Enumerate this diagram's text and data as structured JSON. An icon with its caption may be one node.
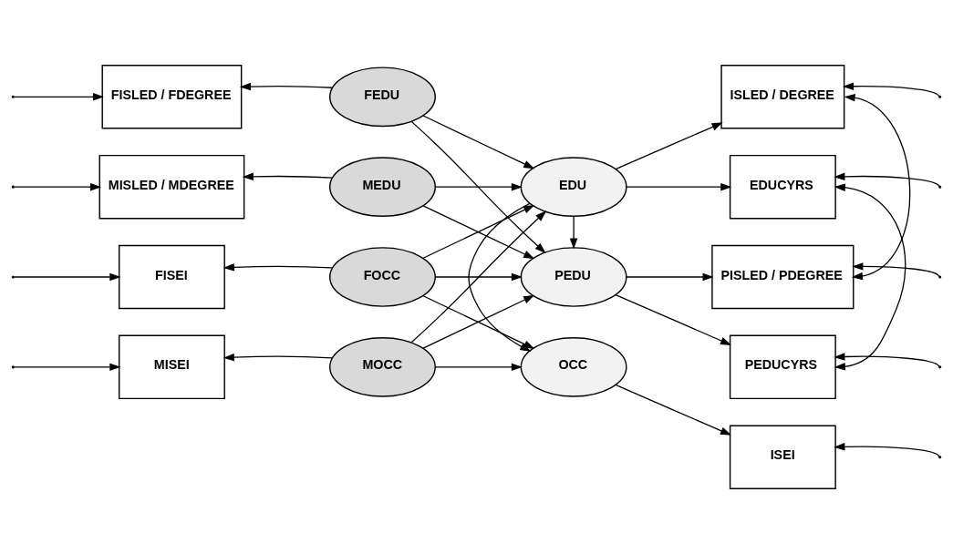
{
  "diagram": {
    "nodes": [
      {
        "text": [
          "FISLED / FDEGREE"
        ]
      },
      {
        "text": [
          "MISLED / MDEGREE"
        ]
      },
      {
        "text": [
          "FISEI"
        ]
      },
      {
        "text": [
          "MISEI"
        ]
      },
      {
        "text": [
          "FEDU"
        ]
      },
      {
        "text": [
          "MEDU"
        ]
      },
      {
        "text": [
          "FOCC"
        ]
      },
      {
        "text": [
          "MOCC"
        ]
      },
      {
        "text": [
          "PEDU"
        ]
      },
      {
        "text": [
          "EDU"
        ]
      },
      {
        "text": [
          "OCC"
        ]
      },
      {
        "text": [
          "PEDUCYRS"
        ]
      },
      {
        "text": [
          "PISLED / PDEGREE"
        ]
      },
      {
        "text": [
          "EDUCYRS"
        ]
      },
      {
        "text": [
          "ISLED / DEGREE"
        ]
      },
      {
        "text": [
          "ISEI"
        ]
      }
    ],
    "edges": [
      {
        "from": null,
        "to": 0,
        "arrow": "to"
      },
      {
        "from": null,
        "to": 1,
        "arrow": "to"
      },
      {
        "from": null,
        "to": 2,
        "arrow": "to"
      },
      {
        "from": null,
        "to": 3,
        "arrow": "to"
      },
      {
        "from": 4,
        "to": 0,
        "arrow": "to"
      },
      {
        "from": 5,
        "to": 1,
        "arrow": "to"
      },
      {
        "from": 6,
        "to": 2,
        "arrow": "to"
      },
      {
        "from": 7,
        "to": 3,
        "arrow": "to"
      },
      {
        "from": 4,
        "to": 8,
        "arrow": "to"
      },
      {
        "from": 4,
        "to": 9,
        "arrow": "to"
      },
      {
        "from": 5,
        "to": 8,
        "arrow": "to"
      },
      {
        "from": 5,
        "to": 9,
        "arrow": "to"
      },
      {
        "from": 6,
        "to": 8,
        "arrow": "to"
      },
      {
        "from": 6,
        "to": 9,
        "arrow": "to"
      },
      {
        "from": 6,
        "to": 10,
        "arrow": "to"
      },
      {
        "from": 7,
        "to": 8,
        "arrow": "to"
      },
      {
        "from": 7,
        "to": 9,
        "arrow": "to"
      },
      {
        "from": 7,
        "to": 10,
        "arrow": "to"
      },
      {
        "from": 9,
        "to": 8,
        "arrow": "to"
      },
      {
        "from": 9,
        "to": 10,
        "arrow": "to"
      },
      {
        "from": 8,
        "to": 11,
        "arrow": "to"
      },
      {
        "from": 8,
        "to": 12,
        "arrow": "to"
      },
      {
        "from": 9,
        "to": 13,
        "arrow": "to"
      },
      {
        "from": 9,
        "to": 14,
        "arrow": "to"
      },
      {
        "from": 10,
        "to": 15,
        "arrow": "to"
      },
      {
        "from": null,
        "to": 11,
        "arrow": "to"
      },
      {
        "from": null,
        "to": 12,
        "arrow": "to"
      },
      {
        "from": null,
        "to": 13,
        "arrow": "to"
      },
      {
        "from": null,
        "to": 14,
        "arrow": "to"
      },
      {
        "from": null,
        "to": 15,
        "arrow": "to"
      },
      {
        "from": 11,
        "to": 13,
        "arrow": "both"
      },
      {
        "from": 12,
        "to": 14,
        "arrow": "both"
      }
    ]
  }
}
